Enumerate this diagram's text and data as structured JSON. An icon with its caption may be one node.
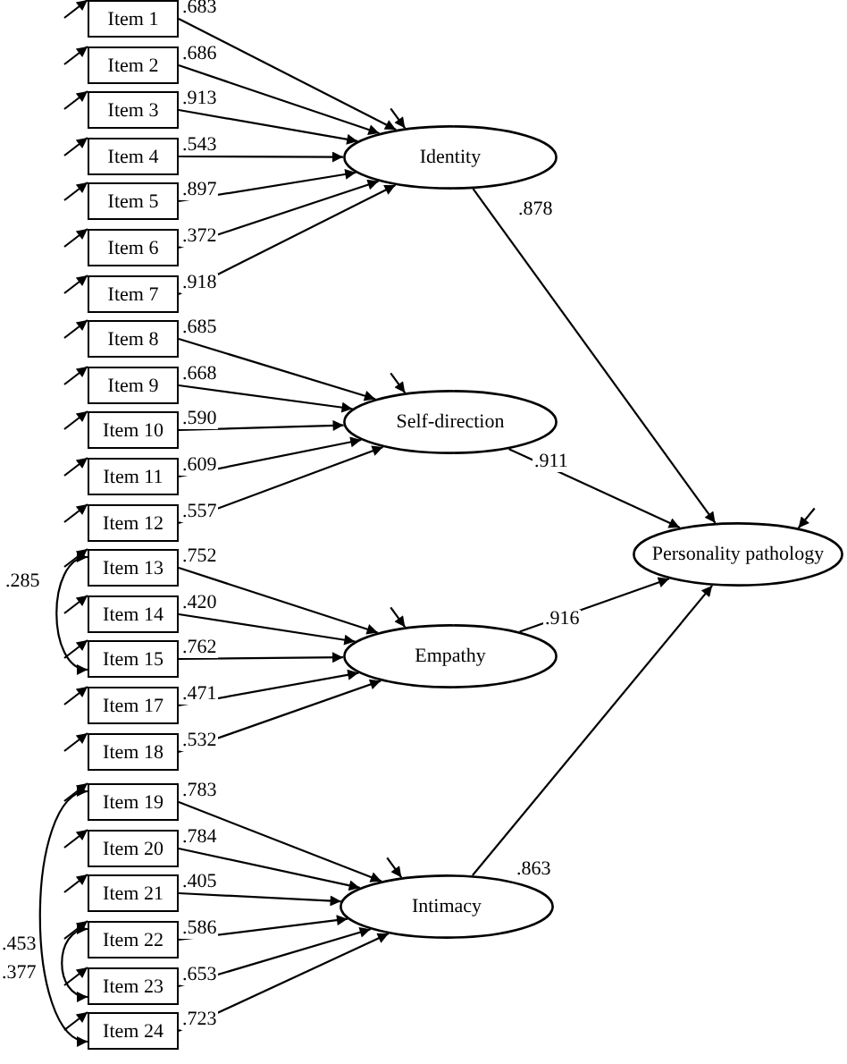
{
  "diagram": {
    "nodes": [
      {
        "text": [
          "Item 1"
        ]
      },
      {
        "text": [
          "Item 2"
        ]
      },
      {
        "text": [
          "Item 3"
        ]
      },
      {
        "text": [
          "Item 4"
        ]
      },
      {
        "text": [
          "Item 5"
        ]
      },
      {
        "text": [
          "Item 6"
        ]
      },
      {
        "text": [
          "Item 7"
        ]
      },
      {
        "text": [
          "Item 8"
        ]
      },
      {
        "text": [
          "Item 9"
        ]
      },
      {
        "text": [
          "Item 10"
        ]
      },
      {
        "text": [
          "Item 11"
        ]
      },
      {
        "text": [
          "Item 12"
        ]
      },
      {
        "text": [
          "Item 13"
        ]
      },
      {
        "text": [
          "Item 14"
        ]
      },
      {
        "text": [
          "Item 15"
        ]
      },
      {
        "text": [
          "Item 17"
        ]
      },
      {
        "text": [
          "Item 18"
        ]
      },
      {
        "text": [
          "Item 19"
        ]
      },
      {
        "text": [
          "Item 20"
        ]
      },
      {
        "text": [
          "Item 21"
        ]
      },
      {
        "text": [
          "Item 22"
        ]
      },
      {
        "text": [
          "Item 23"
        ]
      },
      {
        "text": [
          "Item 24"
        ]
      },
      {
        "text": [
          "Identity"
        ]
      },
      {
        "text": [
          "Self-direction"
        ]
      },
      {
        "text": [
          "Empathy"
        ]
      },
      {
        "text": [
          "Intimacy"
        ]
      },
      {
        "text": [
          "Personality pathology"
        ]
      }
    ],
    "edges": [
      {
        "from": null,
        "to": 0,
        "arrow": "to"
      },
      {
        "from": null,
        "to": 1,
        "arrow": "to"
      },
      {
        "from": null,
        "to": 2,
        "arrow": "to"
      },
      {
        "from": null,
        "to": 3,
        "arrow": "to"
      },
      {
        "from": null,
        "to": 4,
        "arrow": "to"
      },
      {
        "from": null,
        "to": 5,
        "arrow": "to"
      },
      {
        "from": null,
        "to": 6,
        "arrow": "to"
      },
      {
        "from": null,
        "to": 7,
        "arrow": "to"
      },
      {
        "from": null,
        "to": 8,
        "arrow": "to"
      },
      {
        "from": null,
        "to": 9,
        "arrow": "to"
      },
      {
        "from": null,
        "to": 10,
        "arrow": "to"
      },
      {
        "from": null,
        "to": 11,
        "arrow": "to"
      },
      {
        "from": null,
        "to": 12,
        "arrow": "to"
      },
      {
        "from": null,
        "to": 13,
        "arrow": "to"
      },
      {
        "from": null,
        "to": 14,
        "arrow": "to"
      },
      {
        "from": null,
        "to": 15,
        "arrow": "to"
      },
      {
        "from": null,
        "to": 16,
        "arrow": "to"
      },
      {
        "from": null,
        "to": 17,
        "arrow": "to"
      },
      {
        "from": null,
        "to": 18,
        "arrow": "to"
      },
      {
        "from": null,
        "to": 19,
        "arrow": "to"
      },
      {
        "from": null,
        "to": 20,
        "arrow": "to"
      },
      {
        "from": null,
        "to": 21,
        "arrow": "to"
      },
      {
        "from": null,
        "to": 22,
        "arrow": "to"
      },
      {
        "from": 0,
        "to": 23,
        "arrow": "to",
        "label": ".683"
      },
      {
        "from": 1,
        "to": 23,
        "arrow": "to",
        "label": ".686"
      },
      {
        "from": 2,
        "to": 23,
        "arrow": "to",
        "label": ".913"
      },
      {
        "from": 3,
        "to": 23,
        "arrow": "to",
        "label": ".543"
      },
      {
        "from": 4,
        "to": 23,
        "arrow": "to",
        "label": ".897"
      },
      {
        "from": 5,
        "to": 23,
        "arrow": "to",
        "label": ".372"
      },
      {
        "from": 6,
        "to": 23,
        "arrow": "to",
        "label": ".918"
      },
      {
        "from": 7,
        "to": 24,
        "arrow": "to",
        "label": ".685"
      },
      {
        "from": 8,
        "to": 24,
        "arrow": "to",
        "label": ".668"
      },
      {
        "from": 9,
        "to": 24,
        "arrow": "to",
        "label": ".590"
      },
      {
        "from": 10,
        "to": 24,
        "arrow": "to",
        "label": ".609"
      },
      {
        "from": 11,
        "to": 24,
        "arrow": "to",
        "label": ".557"
      },
      {
        "from": 12,
        "to": 25,
        "arrow": "to",
        "label": ".752"
      },
      {
        "from": 13,
        "to": 25,
        "arrow": "to",
        "label": ".420"
      },
      {
        "from": 14,
        "to": 25,
        "arrow": "to",
        "label": ".762"
      },
      {
        "from": 15,
        "to": 25,
        "arrow": "to",
        "label": ".471"
      },
      {
        "from": 16,
        "to": 25,
        "arrow": "to",
        "label": ".532"
      },
      {
        "from": 17,
        "to": 26,
        "arrow": "to",
        "label": ".783"
      },
      {
        "from": 18,
        "to": 26,
        "arrow": "to",
        "label": ".784"
      },
      {
        "from": 19,
        "to": 26,
        "arrow": "to",
        "label": ".405"
      },
      {
        "from": 20,
        "to": 26,
        "arrow": "to",
        "label": ".586"
      },
      {
        "from": 21,
        "to": 26,
        "arrow": "to",
        "label": ".653"
      },
      {
        "from": 22,
        "to": 26,
        "arrow": "to",
        "label": ".723"
      },
      {
        "from": 12,
        "to": 14,
        "arrow": "both",
        "label": ".285"
      },
      {
        "from": 17,
        "to": 22,
        "arrow": "both",
        "label": ".453"
      },
      {
        "from": 20,
        "to": 21,
        "arrow": "both",
        "label": ".377"
      },
      {
        "from": null,
        "to": 23,
        "arrow": "to"
      },
      {
        "from": null,
        "to": 24,
        "arrow": "to"
      },
      {
        "from": null,
        "to": 25,
        "arrow": "to"
      },
      {
        "from": null,
        "to": 26,
        "arrow": "to"
      },
      {
        "from": 23,
        "to": 27,
        "arrow": "to",
        "label": ".878"
      },
      {
        "from": 24,
        "to": 27,
        "arrow": "to",
        "label": ".911"
      },
      {
        "from": 25,
        "to": 27,
        "arrow": "to",
        "label": ".916"
      },
      {
        "from": 26,
        "to": 27,
        "arrow": "to",
        "label": ".863"
      },
      {
        "from": null,
        "to": 27,
        "arrow": "to"
      }
    ]
  }
}
